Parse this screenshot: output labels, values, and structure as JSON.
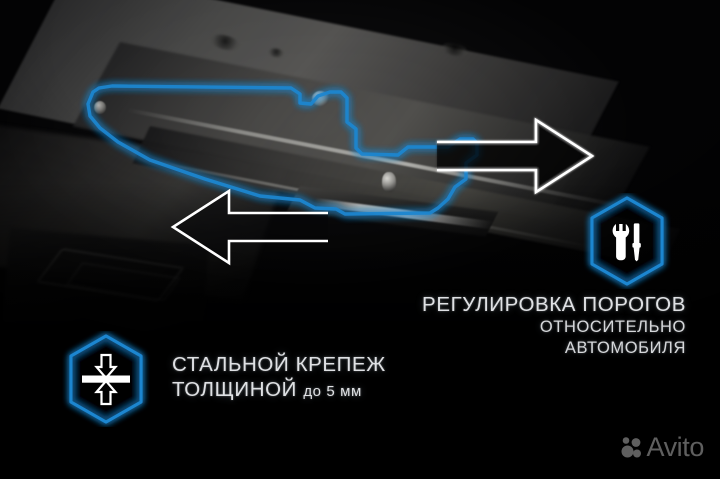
{
  "banner": {
    "background_color": "#000000",
    "accent_color": "#1f86d0",
    "text_color": "#dfe1e4",
    "alt_text": "Фотография днища автомобиля с выделенным синим контуром кронштейном порога"
  },
  "arrows": [
    {
      "name": "arrow-right",
      "direction": "right",
      "color": "#ffffff"
    },
    {
      "name": "arrow-left",
      "direction": "left",
      "color": "#ffffff"
    }
  ],
  "features": [
    {
      "id": "adjustment",
      "icon": "wrench-screwdriver-icon",
      "icon_color": "#ffffff",
      "badge_color": "#1f86d0",
      "lines": [
        {
          "text": "РЕГУЛИРОВКА ПОРОГОВ",
          "size": "big"
        },
        {
          "text": "ОТНОСИТЕЛЬНО",
          "size": "mid"
        },
        {
          "text": "АВТОМОБИЛЯ",
          "size": "mid"
        }
      ]
    },
    {
      "id": "thickness",
      "icon": "thickness-arrows-icon",
      "icon_color": "#ffffff",
      "badge_color": "#1f86d0",
      "lines": [
        {
          "text": "СТАЛЬНОЙ КРЕПЕЖ",
          "size": "big"
        },
        {
          "text": "ТОЛЩИНОЙ",
          "size": "big",
          "suffix": "до 5 мм"
        }
      ]
    }
  ],
  "captions": {
    "adjustment_line1": "РЕГУЛИРОВКА ПОРОГОВ",
    "adjustment_line2": "ОТНОСИТЕЛЬНО",
    "adjustment_line3": "АВТОМОБИЛЯ",
    "mount_line1": "СТАЛЬНОЙ КРЕПЕЖ",
    "mount_line2_main": "ТОЛЩИНОЙ",
    "mount_line2_suffix": "до 5 мм"
  },
  "watermark": {
    "name": "avito-watermark",
    "label": "Avito",
    "color": "#9a9a9a"
  }
}
